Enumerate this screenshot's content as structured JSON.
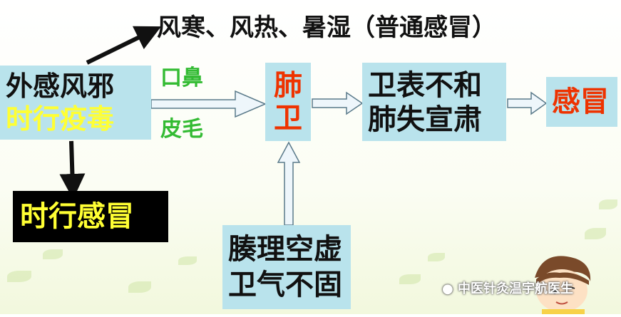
{
  "causes": {
    "line1": "外感风邪",
    "line2": "时行疫毒"
  },
  "top_branch": "风寒、风热、暑湿（普通感冒）",
  "path_top": "口鼻",
  "path_bottom": "皮毛",
  "lung": {
    "line1": "肺",
    "line2": "卫"
  },
  "middle": {
    "line1": "卫表不和",
    "line2": "肺失宣肃"
  },
  "result": "感冒",
  "epidemic": "时行感冒",
  "deficiency": {
    "line1": "腠理空虚",
    "line2": "卫气不固"
  },
  "watermark": "中医针灸温宇航医生",
  "colors": {
    "box_bg": "#b9e3ec",
    "yellow": "#ffff33",
    "green": "#33bb33",
    "red": "#ee3300",
    "black": "#000000"
  }
}
